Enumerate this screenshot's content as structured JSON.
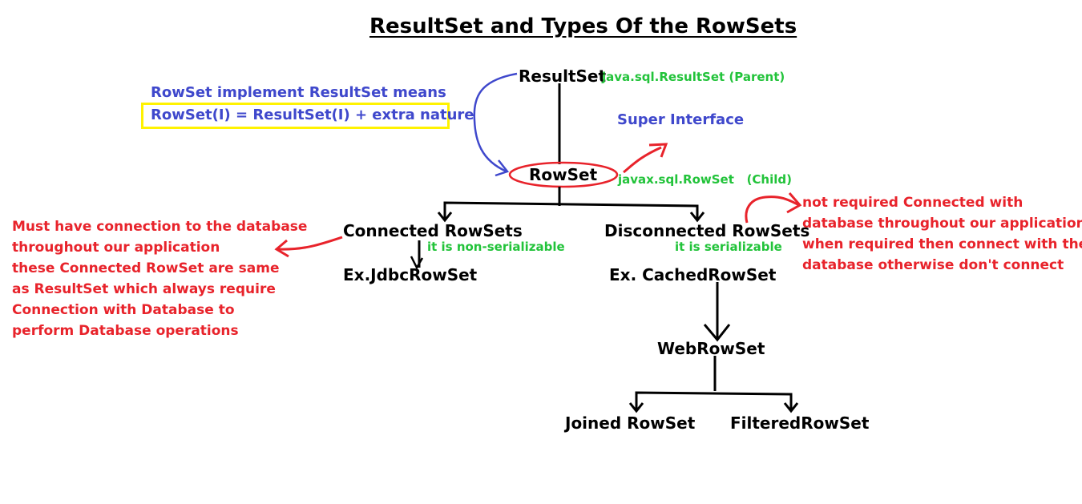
{
  "title": "ResultSet and Types Of the RowSets",
  "nodes": {
    "resultset": "ResultSet",
    "rowset": "RowSet",
    "connected": "Connected RowSets",
    "disconnected": "Disconnected RowSets",
    "jdbc": "Ex.JdbcRowSet",
    "cached": "Ex.  CachedRowSet",
    "web": "WebRowSet",
    "joined": "Joined RowSet",
    "filtered": "FilteredRowSet"
  },
  "labels": {
    "resultset_pkg": "java.sql.ResultSet (Parent)",
    "rowset_pkg": "javax.sql.RowSet   (Child)",
    "non_serializable": "it is non-serializable",
    "serializable": "it is serializable",
    "super_interface": "Super Interface",
    "implement_note": "RowSet implement ResultSet means",
    "formula": "RowSet(I) = ResultSet(I) + extra nature"
  },
  "notes": {
    "connected": [
      "Must have connection to the database",
      "throughout our application",
      "these Connected RowSet are same",
      "as ResultSet which always require",
      "Connection with Database to",
      "perform Database operations"
    ],
    "disconnected": [
      "not required Connected with",
      "database throughout our application",
      "when required then connect with the",
      "database otherwise don't connect"
    ]
  },
  "colors": {
    "text": "#000000",
    "green": "#22c33a",
    "blue": "#3f48cc",
    "red": "#e8232b",
    "highlight": "#fff200"
  }
}
